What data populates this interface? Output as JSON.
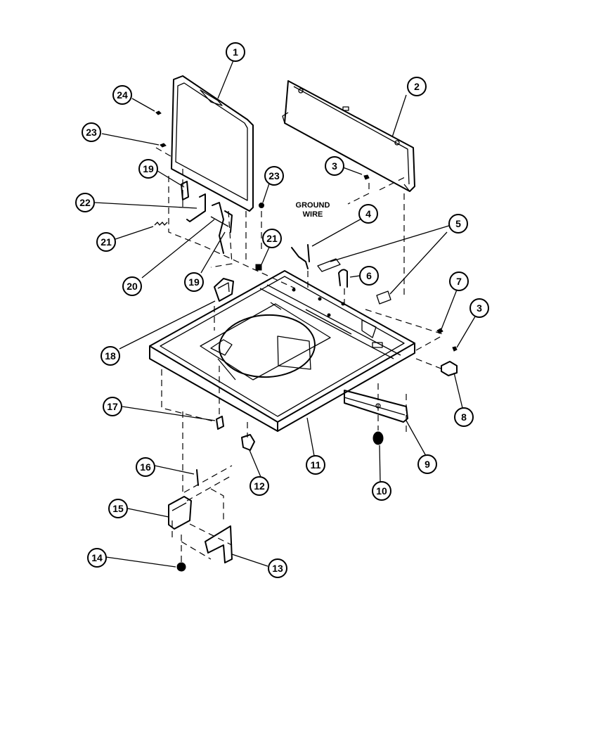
{
  "callouts": {
    "c1": "1",
    "c2": "2",
    "c3a": "3",
    "c3b": "3",
    "c4": "4",
    "c5": "5",
    "c6": "6",
    "c7": "7",
    "c8": "8",
    "c9": "9",
    "c10": "10",
    "c11": "11",
    "c12": "12",
    "c13": "13",
    "c14": "14",
    "c15": "15",
    "c16": "16",
    "c17": "17",
    "c18": "18",
    "c19a": "19",
    "c19b": "19",
    "c20": "20",
    "c21a": "21",
    "c21b": "21",
    "c22": "22",
    "c23a": "23",
    "c23b": "23",
    "c24": "24"
  },
  "labels": {
    "ground_wire_line1": "GROUND",
    "ground_wire_line2": "WIRE"
  }
}
